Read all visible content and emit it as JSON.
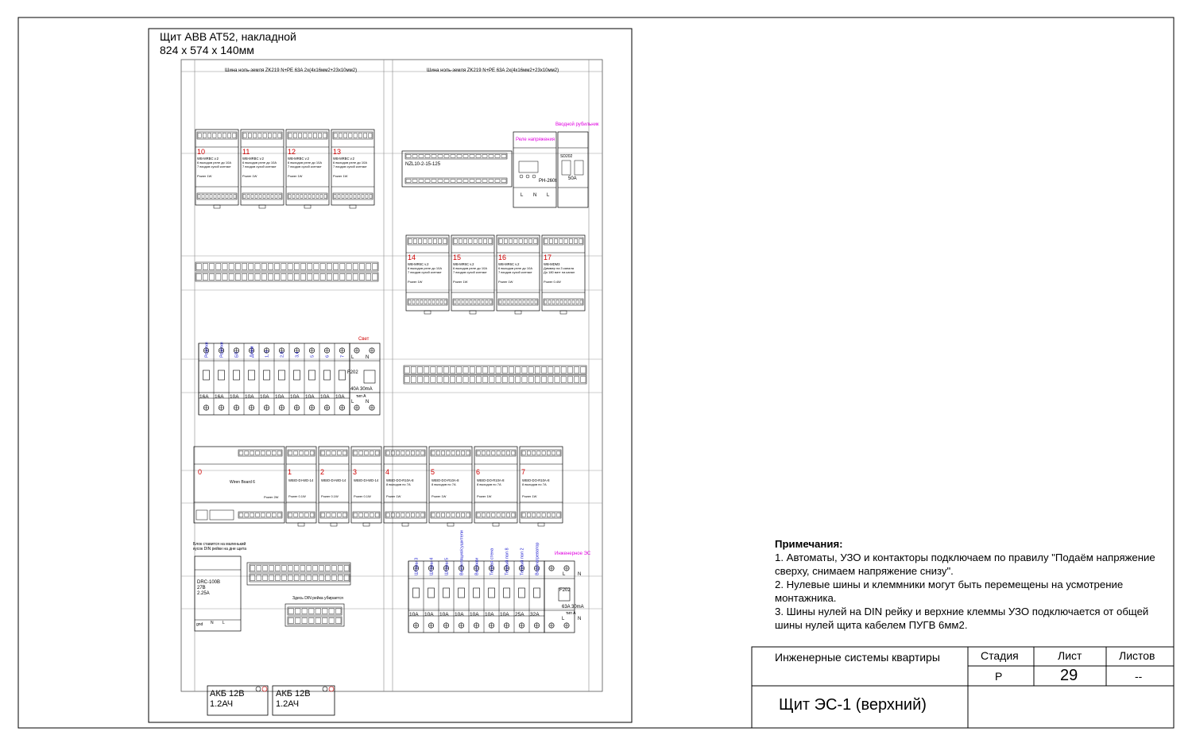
{
  "header": {
    "line1": "Щит ABB AT52, накладной",
    "line2": "824 x 574 x 140мм"
  },
  "bus_label_left": "Шина ноль-земля ZK219 N+PE 63A 2x(4x16мм2+23x10мм2)",
  "bus_label_right": "Шина ноль-земля ZK219 N+PE 63A 2x(4x16мм2+23x10мм2)",
  "relay_modules_top": [
    {
      "num": "10",
      "label": "WB-MRBC v.2",
      "desc1": "6 выходов реле до 10A",
      "desc2": "7 входов сухой контакт",
      "power": "Power 1W"
    },
    {
      "num": "11",
      "label": "WB-MRBC v.2",
      "desc1": "6 выходов реле до 10A",
      "desc2": "7 входов сухой контакт",
      "power": "Power 1W"
    },
    {
      "num": "12",
      "label": "WB-MRBC v.2",
      "desc1": "6 выходов реле до 10A",
      "desc2": "7 входов сухой контакт",
      "power": "Power 1W"
    },
    {
      "num": "13",
      "label": "WB-MRBC v.2",
      "desc1": "6 выходов реле до 10A",
      "desc2": "7 входов сухой контакт",
      "power": "Power 1W"
    }
  ],
  "relay_modules_right": [
    {
      "num": "14",
      "label": "WB-MR6C v.2",
      "desc1": "6 выходов реле до 10A",
      "desc2": "7 входов сухой контакт",
      "power": "Power 1W"
    },
    {
      "num": "15",
      "label": "WB-MR6C v.2",
      "desc1": "6 выходов реле до 10A",
      "desc2": "7 входов сухой контакт",
      "power": "Power 1W"
    },
    {
      "num": "16",
      "label": "WB-MR6C v.2",
      "desc1": "6 выходов реле до 10A",
      "desc2": "7 входов сухой контакт",
      "power": "Power 1W"
    },
    {
      "num": "17",
      "label": "WB-MDM3",
      "desc1": "Диммер на 3 канала",
      "desc2": "До 180 ватт на канал",
      "power": "Power 0.4W"
    }
  ],
  "nzl_label": "NZL10-2-15-125",
  "voltage_relay": {
    "title": "Реле напряжения",
    "model": "РН-260t",
    "L": "L",
    "N": "N",
    "L2": "L"
  },
  "main_switch": {
    "title": "Вводной рубильник",
    "model": "SD202",
    "rating": "50A"
  },
  "breakers_left": {
    "label": "Свет",
    "labels": [
      "Розетки",
      "Розетки",
      "БП",
      "Димм",
      "1, 9",
      "2,8",
      "3,4",
      "5",
      "6",
      "7"
    ],
    "ratings": [
      "16A",
      "16A",
      "10A",
      "10A",
      "10A",
      "10A",
      "10A",
      "10A",
      "10A",
      "10A"
    ],
    "rcd": {
      "model": "F202",
      "rating": "40A 30mA",
      "type": "тип А",
      "L": "L",
      "N": "N"
    }
  },
  "io_modules": {
    "main": {
      "num": "0",
      "label": "Wiren Board 6",
      "power": "Power 2W"
    },
    "items": [
      {
        "num": "1",
        "label": "WBIO-DI-WD-14",
        "power": "Power 0.1W"
      },
      {
        "num": "2",
        "label": "WBIO-DI-WD-14",
        "power": "Power 0.1W"
      },
      {
        "num": "3",
        "label": "WBIO-DI-WD-14",
        "power": "Power 0.1W"
      },
      {
        "num": "4",
        "label": "WBIO-DO-R10A-8",
        "desc": "8 выходов по 7А",
        "power": "Power 1W"
      },
      {
        "num": "5",
        "label": "WBIO-DO-R10A-8",
        "desc": "8 выходов по 7А",
        "power": "Power 1W"
      },
      {
        "num": "6",
        "label": "WBIO-DO-R10A-8",
        "desc": "8 выходов по 7А",
        "power": "Power 1W"
      },
      {
        "num": "7",
        "label": "WBIO-DO-R10A-8",
        "desc": "8 выходов по 7А",
        "power": "Power 1W"
      }
    ]
  },
  "psu": {
    "note1": "Блок ставится на маленький",
    "note2": "кусок DIN рейки на дне щита",
    "model": "DRC-100B",
    "volt": "27В",
    "amp": "2.25A",
    "gnd": "gnd",
    "N": "N",
    "L": "L"
  },
  "din_note": "Здесь DIN рейка убирается",
  "breakers_right": {
    "label": "Инженерное ЭС",
    "labels": [
      "Шторы 3",
      "Шторы 4",
      "Шторы 5",
      "Вентиляция/сушители",
      "Вытяжки",
      "Теплая стена",
      "Теплый пол 8",
      "Теплый пол 2",
      "Водонагреватор"
    ],
    "ratings": [
      "10A",
      "10A",
      "10A",
      "10A",
      "10A",
      "10A",
      "10A",
      "25A",
      "32A"
    ],
    "rcd": {
      "model": "F202",
      "rating": "63A 30mA",
      "type": "тип А",
      "L": "L",
      "N": "N"
    }
  },
  "batteries": [
    {
      "name": "АКБ 12В",
      "cap": "1.2АЧ"
    },
    {
      "name": "АКБ 12В",
      "cap": "1.2АЧ"
    }
  ],
  "notes": {
    "title": "Примечания:",
    "items": [
      "1.  Автоматы, УЗО и контакторы подключаем по правилу \"Подаём напряжение сверху, снимаем напряжение снизу\".",
      "2.  Нулевые шины и клеммники могут быть перемещены на усмотрение монтажника.",
      "3.  Шины нулей на DIN рейку и верхние клеммы УЗО подключается от общей шины нулей щита кабелем ПУГВ 6мм2."
    ]
  },
  "title_block": {
    "project": "Инженерные системы квартиры",
    "stage_h": "Стадия",
    "sheet_h": "Лист",
    "sheets_h": "Листов",
    "stage": "Р",
    "sheet": "29",
    "sheets": "--",
    "name": "Щит ЭС-1 (верхний)"
  }
}
